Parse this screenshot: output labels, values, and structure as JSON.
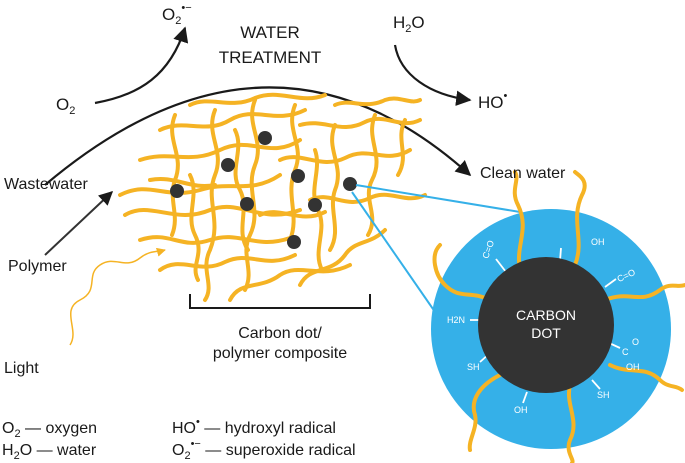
{
  "title": {
    "line1": "WATER",
    "line2": "TREATMENT"
  },
  "labels": {
    "wastewater": "Wastewater",
    "clean_water": "Clean water",
    "polymer": "Polymer",
    "light": "Light",
    "composite_line1": "Carbon dot/",
    "composite_line2": "polymer composite",
    "carbon_dot_line1": "CARBON",
    "carbon_dot_line2": "DOT"
  },
  "species": {
    "o2": {
      "base": "O",
      "sub": "2"
    },
    "superoxide": {
      "base": "O",
      "sub": "2",
      "sup": "•−"
    },
    "h2o": {
      "base": "H",
      "sub": "2",
      "tail": "O"
    },
    "hydroxyl": {
      "base": "HO",
      "sup": "•"
    }
  },
  "groups": {
    "carbonyl_1": "C=O",
    "hydroxyl_top": "OH",
    "carbonyl_2": "C=O",
    "amine": "H2N",
    "carboxyl_o": "O",
    "carboxyl_c": "C",
    "carboxyl_oh": "OH",
    "thiol_left": "SH",
    "hydroxyl_bottom": "OH",
    "thiol_right": "SH"
  },
  "legend": {
    "o2": "O2 — oxygen",
    "h2o": "H2O — water",
    "hydroxyl": "HO• — hydroxyl radical",
    "superoxide": "O2•− — superoxide radical"
  },
  "colors": {
    "polymer": "#f5b324",
    "dot": "#333333",
    "halo": "#35b0e8",
    "link": "#35b0e8",
    "arrow": "#1a1a1a",
    "group_text": "#ffffff"
  }
}
